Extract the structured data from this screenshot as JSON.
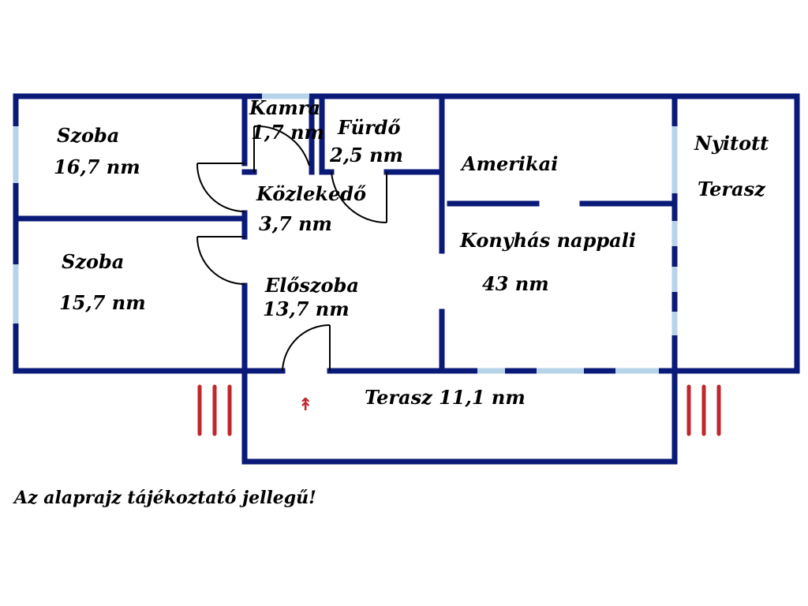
{
  "rooms": {
    "szoba1": {
      "name": "Szoba",
      "area": "16,7 nm"
    },
    "kamra": {
      "name": "Kamra",
      "area": "1,7 nm"
    },
    "furdo": {
      "name": "Fürdő",
      "area": "2,5 nm"
    },
    "amerikai": {
      "name": "Amerikai"
    },
    "nyitott_terasz": {
      "line1": "Nyitott",
      "line2": "Terasz"
    },
    "kozleked": {
      "name": "Közlekedő",
      "area": "3,7 nm"
    },
    "szoba2": {
      "name": "Szoba",
      "area": "15,7 nm"
    },
    "konyhas": {
      "name": "Konyhás nappali",
      "area": "43 nm"
    },
    "eloszoba": {
      "name": "Előszoba",
      "area": "13,7 nm"
    },
    "terasz": {
      "label": "Terasz 11,1 nm"
    }
  },
  "entrance_symbol": "↟",
  "note": "Az alaprajz tájékoztató jellegű!",
  "colors": {
    "wall": "#0a1a78",
    "window": "#b7d3ea",
    "heater": "#c0262a",
    "door": "#000000"
  }
}
